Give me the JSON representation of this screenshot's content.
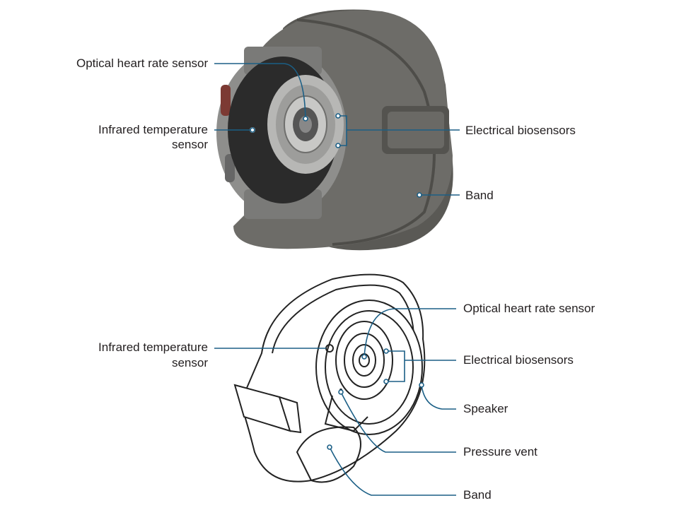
{
  "top_diagram": {
    "labels": {
      "optical_hr": "Optical heart rate sensor",
      "infrared_line1": "Infrared temperature",
      "infrared_line2": "sensor",
      "electrical": "Electrical biosensors",
      "band": "Band"
    }
  },
  "bottom_diagram": {
    "labels": {
      "optical_hr": "Optical heart rate sensor",
      "infrared_line1": "Infrared temperature",
      "infrared_line2": "sensor",
      "electrical": "Electrical biosensors",
      "speaker": "Speaker",
      "pressure_vent": "Pressure vent",
      "band": "Band"
    }
  },
  "colors": {
    "leader": "#1b5f86",
    "strap": "#6d6c68",
    "strap_dark": "#4e4d49",
    "case": "#8e8e8c",
    "back": "#2b2b2b",
    "sensor": "#b7b7b5",
    "outline": "#222222"
  }
}
